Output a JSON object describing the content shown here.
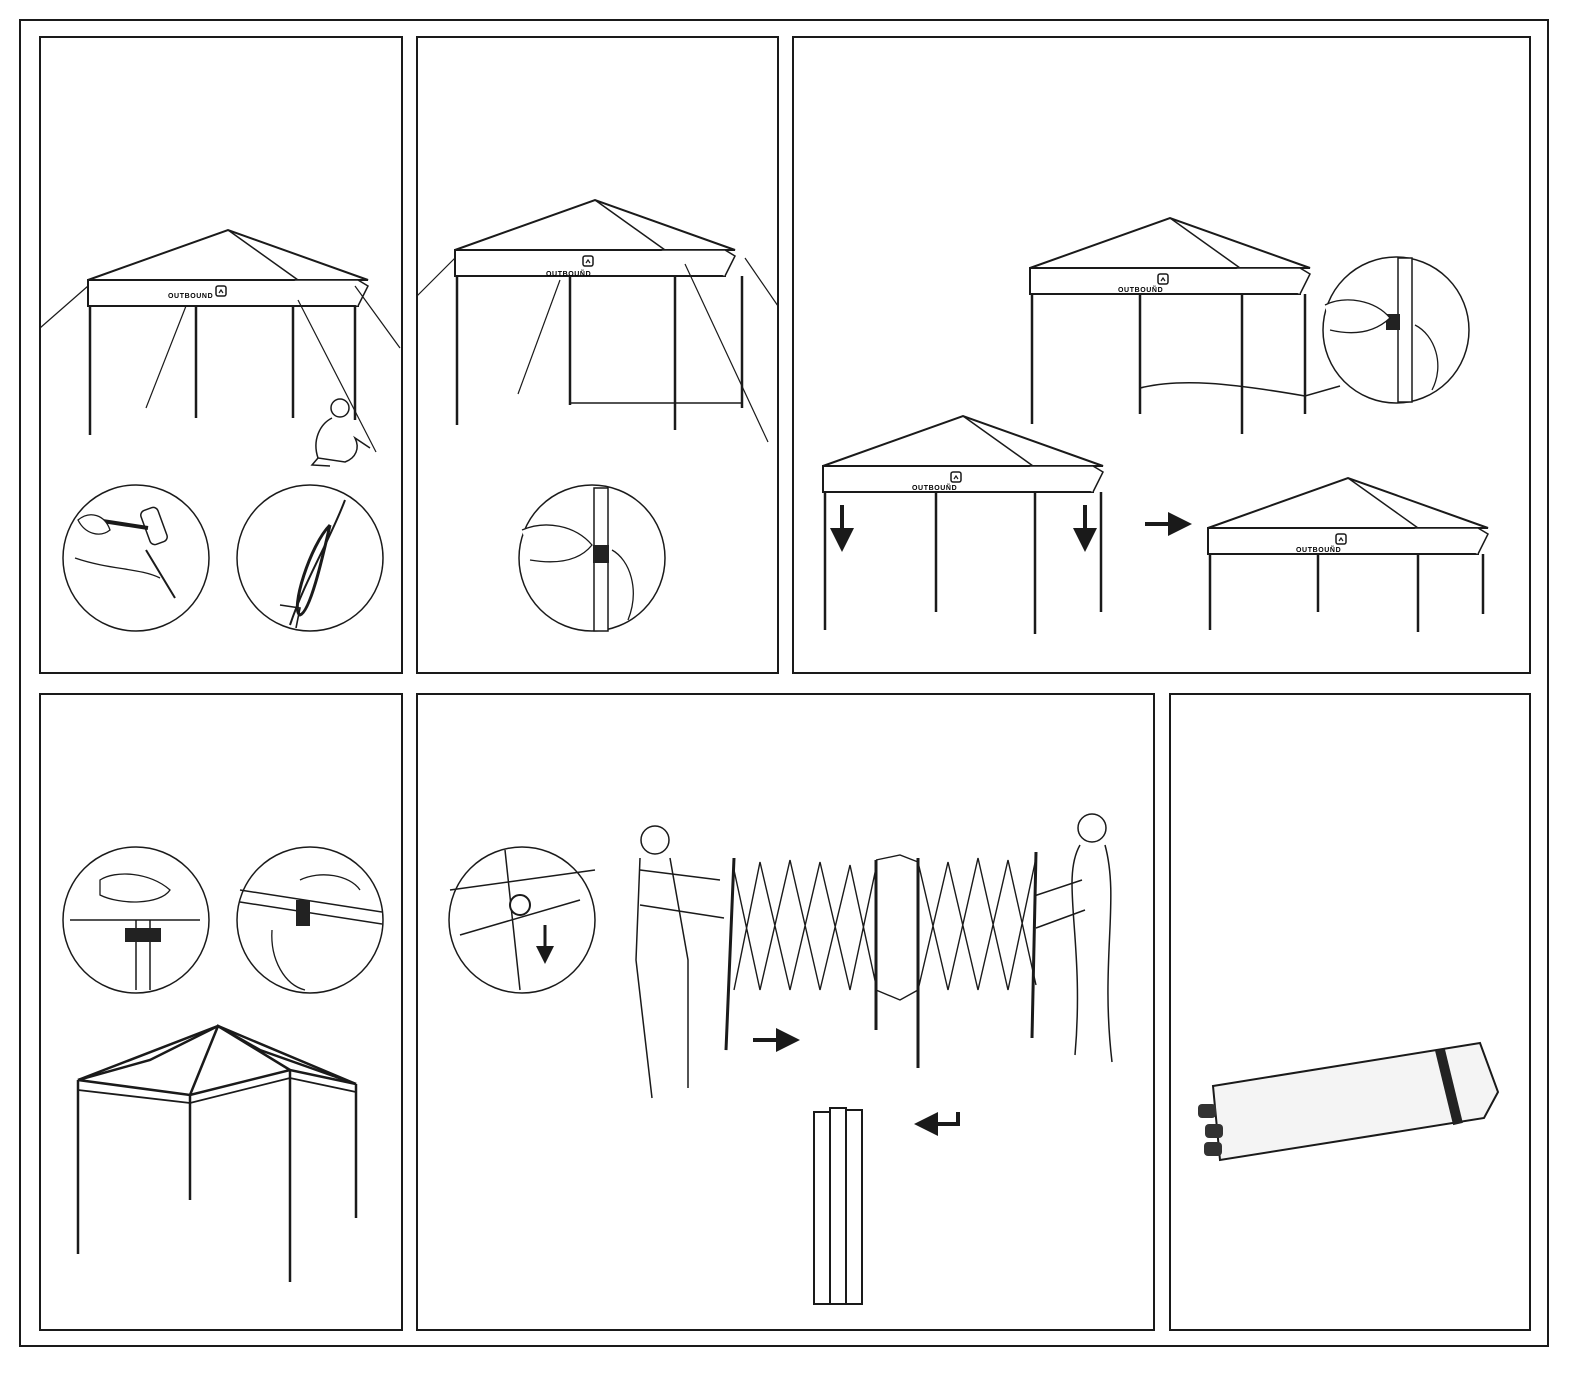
{
  "brand": {
    "canopy_label": "OUTBOUND",
    "canopy_label_reversed": "OUTBOUÑD"
  },
  "colors": {
    "line": "#1a1a1a",
    "fill": "#ffffff",
    "dark": "#222222",
    "bag": "#f4f4f4"
  },
  "steps": [
    {
      "id": "stake-canopy",
      "icon": "hammer-and-stake-icon"
    },
    {
      "id": "attach-sidewall",
      "icon": "hand-pinch-icon"
    },
    {
      "id": "lower-legs",
      "icon": "arrow-down-icon"
    },
    {
      "id": "release-canopy",
      "icon": "hand-pinch-icon"
    },
    {
      "id": "fold-frame",
      "icon": "arrow-right-icon"
    },
    {
      "id": "store-in-bag",
      "icon": "carry-bag-icon"
    }
  ]
}
